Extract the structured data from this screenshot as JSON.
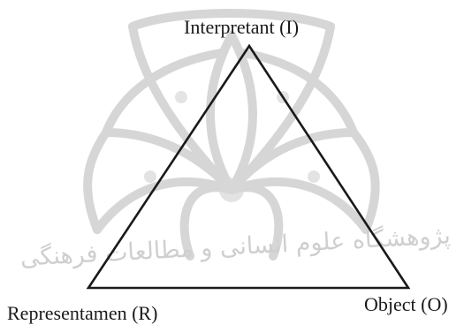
{
  "diagram": {
    "nodes": {
      "top": "Interpretant (I)",
      "left": "Representamen (R)",
      "right": "Object (O)"
    }
  },
  "watermark": {
    "text": "پژوهشگاه علوم انسانی و مطالعات فرهنگی"
  },
  "colors": {
    "line": "#1a1a1a",
    "watermark": "#cfcfcf"
  }
}
